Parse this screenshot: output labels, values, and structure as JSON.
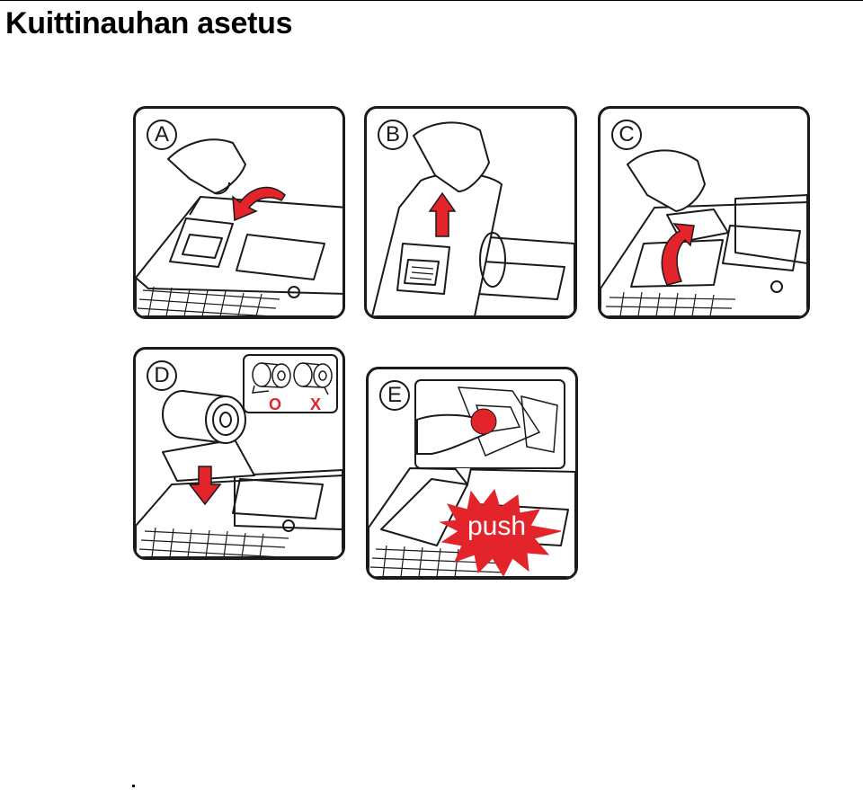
{
  "document": {
    "title": "Kuittinauhan asetus"
  },
  "steps": [
    {
      "letter": "A",
      "action": "lift-cover",
      "arrow_color": "#e3242b"
    },
    {
      "letter": "B",
      "action": "remove-cover",
      "arrow_color": "#e3242b"
    },
    {
      "letter": "C",
      "action": "open-lever",
      "arrow_color": "#e3242b"
    },
    {
      "letter": "D",
      "action": "insert-roll",
      "arrow_color": "#e3242b",
      "legend": {
        "correct_mark": "O",
        "wrong_mark": "X"
      }
    },
    {
      "letter": "E",
      "action": "close-lever",
      "arrow_color": "#e3242b",
      "callout_label": "push"
    }
  ],
  "colors": {
    "accent": "#e3242b",
    "line": "#1a1a1a"
  }
}
